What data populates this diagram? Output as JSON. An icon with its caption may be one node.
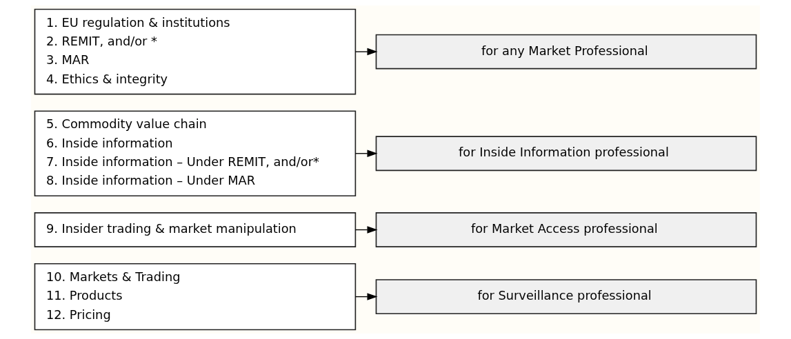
{
  "diagram": {
    "nodes": [
      {
        "text": [
          "1. EU regulation & institutions",
          "2. REMIT, and/or *",
          "3. MAR",
          "4. Ethics & integrity"
        ]
      },
      {
        "text": [
          "for any Market Professional"
        ]
      },
      {
        "text": [
          "5. Commodity value chain",
          "6. Inside information",
          "7. Inside information – Under REMIT, and/or*",
          "8. Inside information – Under MAR"
        ]
      },
      {
        "text": [
          "for Inside Information professional"
        ]
      },
      {
        "text": [
          "9. Insider trading & market manipulation"
        ]
      },
      {
        "text": [
          "for Market Access professional"
        ]
      },
      {
        "text": [
          "10. Markets & Trading",
          "11. Products",
          "12. Pricing"
        ]
      },
      {
        "text": [
          "for Surveillance professional"
        ]
      }
    ],
    "edges": [
      {
        "from": 0,
        "to": 1,
        "arrow": "to"
      },
      {
        "from": 2,
        "to": 3,
        "arrow": "to"
      },
      {
        "from": 4,
        "to": 5,
        "arrow": "to"
      },
      {
        "from": 6,
        "to": 7,
        "arrow": "to"
      }
    ]
  }
}
